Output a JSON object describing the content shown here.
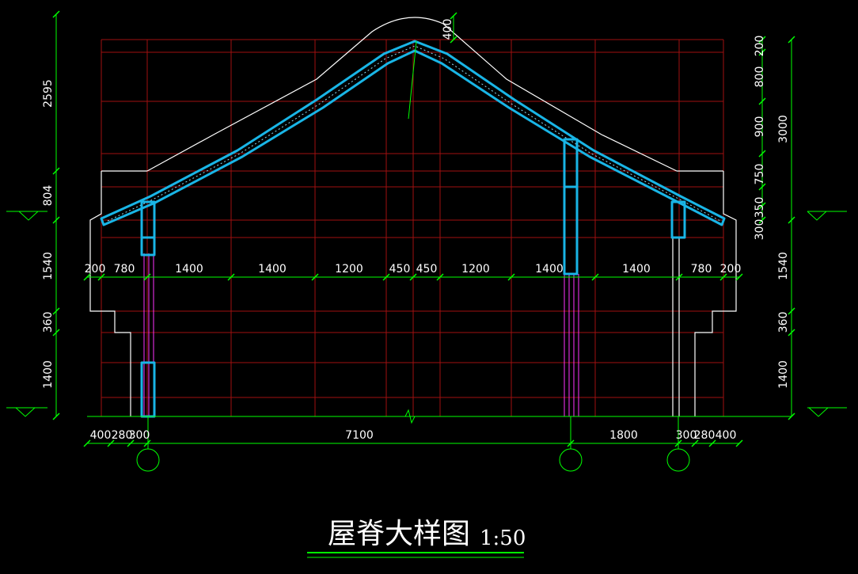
{
  "title": {
    "name": "屋脊大样图",
    "scale": "1:50"
  },
  "colors": {
    "background": "#000000",
    "grid": "#a01010",
    "dimension": "#00ff00",
    "outline": "#ffffff",
    "roof": "#19b5e6",
    "column": "#ff33ff"
  },
  "dimensions": {
    "top": [
      "200",
      "780",
      "1400",
      "1400",
      "1200",
      "450",
      "450",
      "1200",
      "1400",
      "1400",
      "780",
      "200"
    ],
    "bottom": [
      "400",
      "280",
      "300",
      "7100",
      "1800",
      "300",
      "280",
      "400"
    ],
    "left": [
      "2595",
      "804",
      "1540",
      "360",
      "1400"
    ],
    "right": [
      "200",
      "800",
      "900",
      "750",
      "350",
      "300",
      "1540",
      "360",
      "1400"
    ],
    "right_total": "3000",
    "ridge": "400"
  }
}
